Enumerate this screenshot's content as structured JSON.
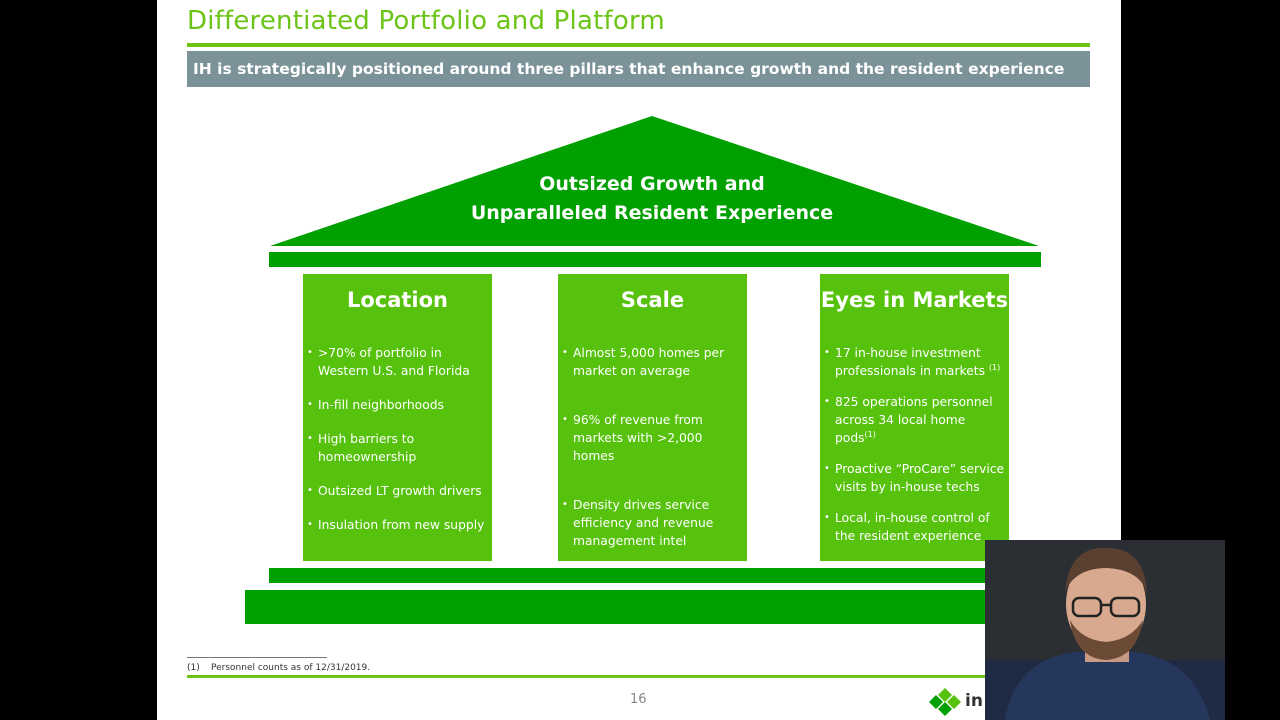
{
  "slide": {
    "title": "Differentiated Portfolio and Platform",
    "subtitle": "IH is strategically positioned around three pillars that enhance growth and the resident experience",
    "roof": {
      "line1": "Outsized Growth and",
      "line2": "Unparalleled Resident Experience"
    },
    "pillars": [
      {
        "title": "Location",
        "items": [
          ">70% of portfolio in Western U.S. and Florida",
          "In-fill neighborhoods",
          "High barriers to homeownership",
          "Outsized LT growth drivers",
          "Insulation from new supply"
        ]
      },
      {
        "title": "Scale",
        "items": [
          "Almost 5,000 homes per market on average",
          "96% of revenue from markets with >2,000 homes",
          "Density drives service efficiency and revenue management intel"
        ]
      },
      {
        "title": "Eyes in Markets",
        "items": [
          "17 in-house investment professionals in markets",
          "825 operations personnel across 34 local home pods",
          "Proactive “ProCare” service visits by in-house techs",
          "Local, in-house control of the resident experience"
        ],
        "sup": "(1)"
      }
    ],
    "footnote": {
      "number": "(1)",
      "text": "Personnel counts as of 12/31/2019."
    },
    "page_number": "16",
    "logo_text": "in"
  },
  "colors": {
    "accent_green": "#6cc417",
    "pillar_green": "#57c20d",
    "roof_green": "#00a000",
    "subtitle_bar": "#7b9398"
  }
}
